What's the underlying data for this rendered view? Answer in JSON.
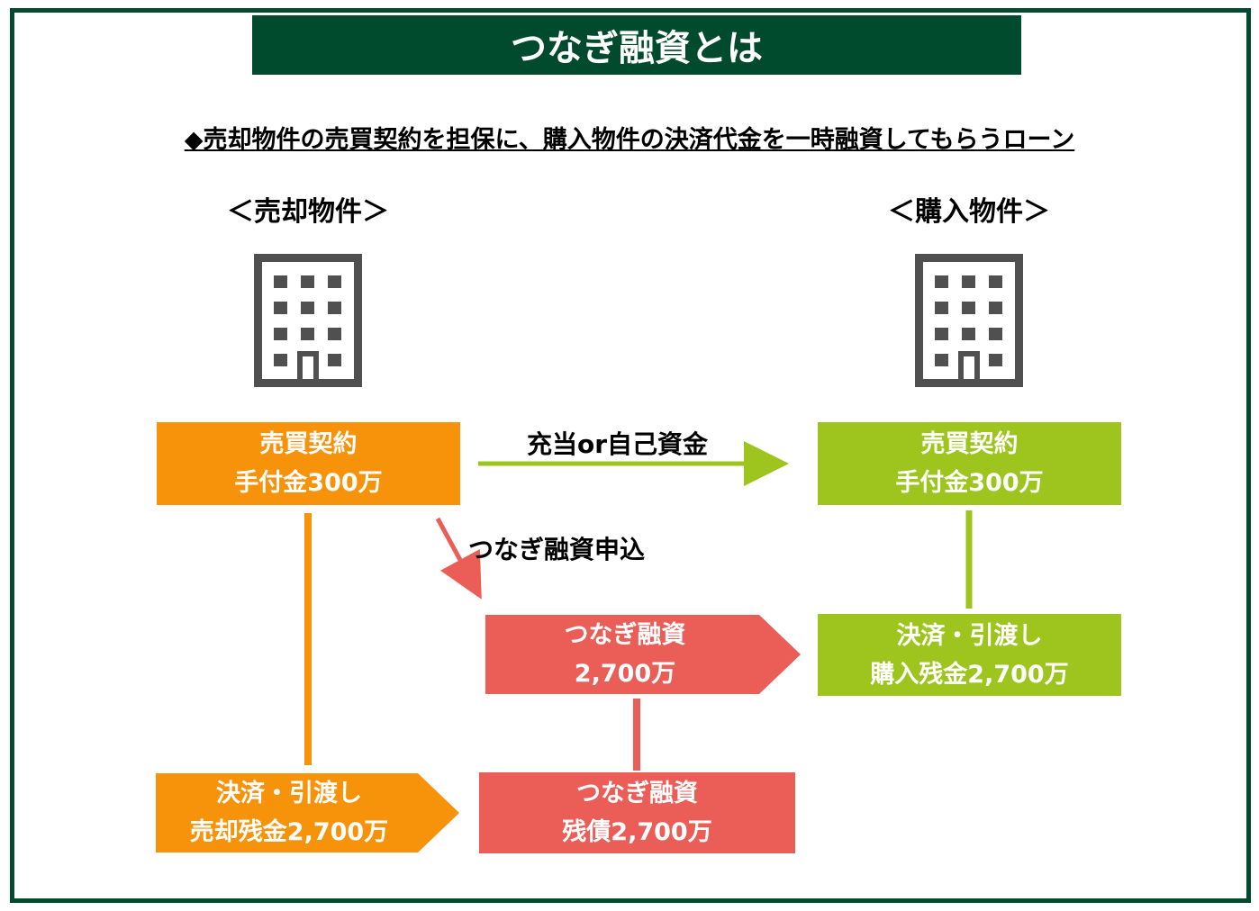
{
  "title": "つなぎ融資とは",
  "subtitle": "◆売却物件の売買契約を担保に、購入物件の決済代金を一時融資してもらうローン",
  "columns": {
    "sell": "＜売却物件＞",
    "buy": "＜購入物件＞"
  },
  "boxes": {
    "sell_contract": {
      "line1": "売買契約",
      "line2": "手付金300万"
    },
    "buy_contract": {
      "line1": "売買契約",
      "line2": "手付金300万"
    },
    "bridge_loan": {
      "line1": "つなぎ融資",
      "line2": "2,700万"
    },
    "buy_settlement": {
      "line1": "決済・引渡し",
      "line2": "購入残金2,700万"
    },
    "sell_settlement": {
      "line1": "決済・引渡し",
      "line2": "売却残金2,700万"
    },
    "bridge_balance": {
      "line1": "つなぎ融資",
      "line2": "残債2,700万"
    }
  },
  "edges": {
    "deposit_transfer": "充当or自己資金",
    "loan_application": "つなぎ融資申込"
  },
  "colors": {
    "frame": "#004a2e",
    "orange": "#f7930b",
    "green": "#9ec41e",
    "red": "#eb5e58",
    "building": "#505050"
  },
  "icons": [
    "building-icon",
    "building-icon"
  ]
}
